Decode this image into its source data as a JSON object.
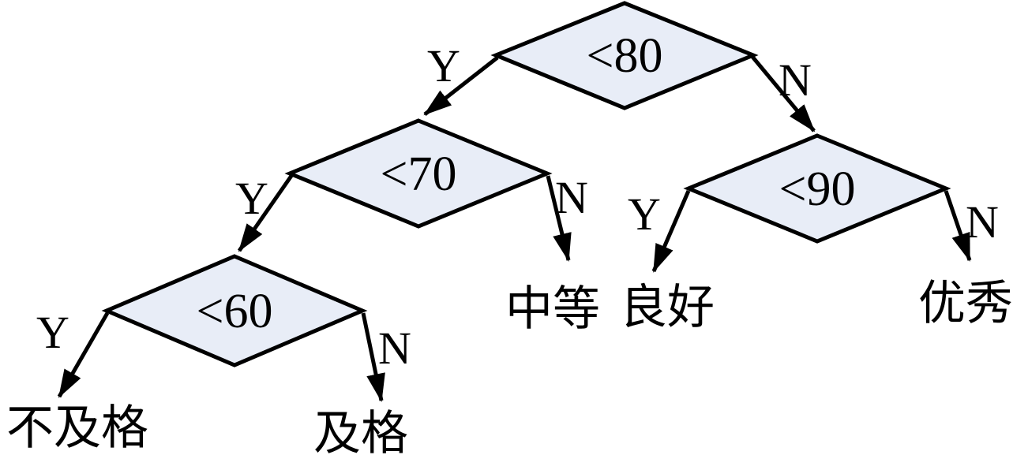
{
  "diagram": {
    "colors": {
      "diamond_fill": "#e8edf7",
      "line": "#000000",
      "text": "#000000",
      "background": "#ffffff"
    },
    "edge_labels": {
      "yes": "Y",
      "no": "N"
    },
    "nodes": {
      "lt80": {
        "label": "<80"
      },
      "lt70": {
        "label": "<70"
      },
      "lt90": {
        "label": "<90"
      },
      "lt60": {
        "label": "<60"
      }
    },
    "leaves": {
      "fail": {
        "label": "不及格"
      },
      "pass": {
        "label": "及格"
      },
      "medium": {
        "label": "中等"
      },
      "good": {
        "label": "良好"
      },
      "excellent": {
        "label": "优秀"
      }
    },
    "edges": [
      {
        "from": "lt80",
        "label": "Y",
        "to": "lt70"
      },
      {
        "from": "lt80",
        "label": "N",
        "to": "lt90"
      },
      {
        "from": "lt70",
        "label": "Y",
        "to": "lt60"
      },
      {
        "from": "lt70",
        "label": "N",
        "to": "medium"
      },
      {
        "from": "lt90",
        "label": "Y",
        "to": "good"
      },
      {
        "from": "lt90",
        "label": "N",
        "to": "excellent"
      },
      {
        "from": "lt60",
        "label": "Y",
        "to": "fail"
      },
      {
        "from": "lt60",
        "label": "N",
        "to": "pass"
      }
    ]
  }
}
